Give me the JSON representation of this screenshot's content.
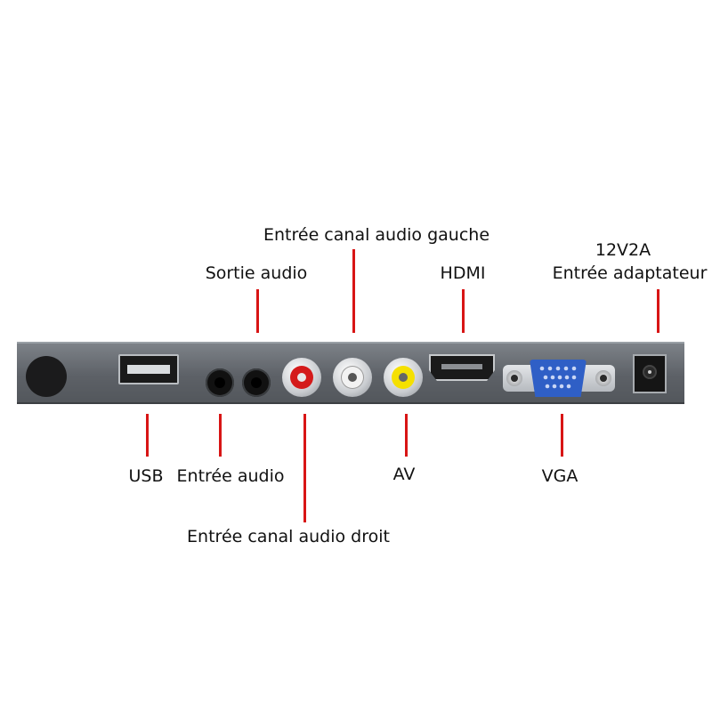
{
  "labels": {
    "entree_canal_gauche": "Entrée canal audio gauche",
    "sortie_audio": "Sortie audio",
    "hdmi": "HDMI",
    "power_voltage": "12V2A",
    "power_label": "Entrée adaptateur",
    "usb": "USB",
    "entree_audio": "Entrée audio",
    "av": "AV",
    "vga": "VGA",
    "entree_canal_droit": "Entrée canal audio droit"
  },
  "colors": {
    "pointer_line": "#d81515",
    "panel": "#5d6167",
    "rca_right": "#d41a1a",
    "rca_left": "#f2f2f2",
    "rca_av": "#f5e000",
    "vga_blue": "#2f5fc6"
  }
}
